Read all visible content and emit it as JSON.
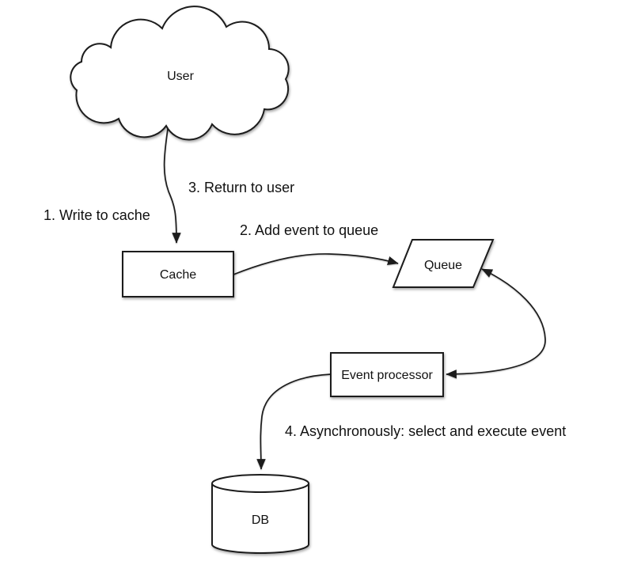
{
  "colors": {
    "background": "#ffffff",
    "shape_fill": "#ffffff",
    "stroke": "#1c1c1c",
    "text": "#111111"
  },
  "nodes": {
    "user": {
      "label": "User",
      "shape": "cloud"
    },
    "cache": {
      "label": "Cache",
      "shape": "rectangle"
    },
    "queue": {
      "label": "Queue",
      "shape": "parallelogram"
    },
    "event_processor": {
      "label": "Event processor",
      "shape": "rectangle"
    },
    "db": {
      "label": "DB",
      "shape": "cylinder"
    }
  },
  "edge_labels": {
    "step1": "1. Write to cache",
    "step2": "2. Add event to queue",
    "step3": "3. Return to user",
    "step4": "4. Asynchronously: select and execute event"
  },
  "edges": [
    {
      "from": "user",
      "to": "cache",
      "arrows": "end",
      "labels": [
        "step1",
        "step3"
      ]
    },
    {
      "from": "cache",
      "to": "queue",
      "arrows": "end",
      "labels": [
        "step2"
      ]
    },
    {
      "from": "queue",
      "to": "event_processor",
      "arrows": "both",
      "labels": []
    },
    {
      "from": "event_processor",
      "to": "db",
      "arrows": "end",
      "labels": [
        "step4"
      ]
    }
  ]
}
